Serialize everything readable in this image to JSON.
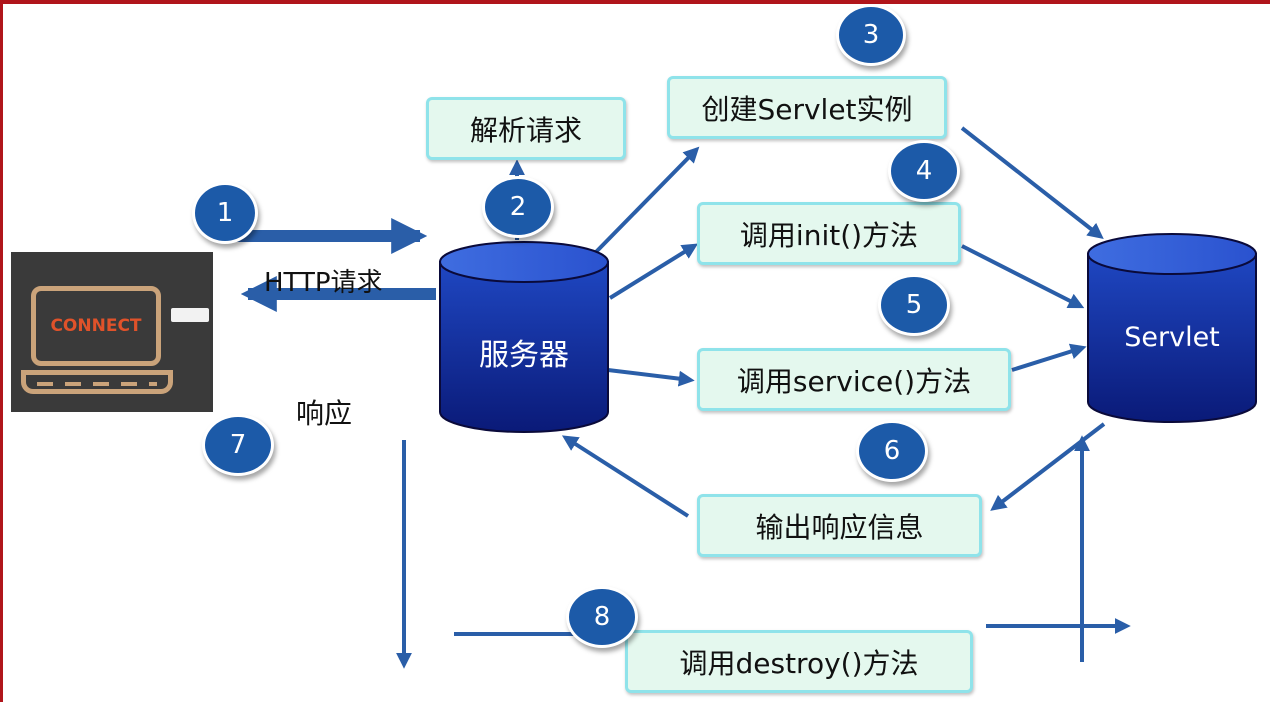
{
  "boxes": {
    "parse": "解析请求",
    "create": "创建Servlet实例",
    "init": "调用init()方法",
    "service": "调用service()方法",
    "output": "输出响应信息",
    "destroy": "调用destroy()方法"
  },
  "cylinders": {
    "server": "服务器",
    "servlet": "Servlet"
  },
  "labels": {
    "http_request": "HTTP请求",
    "response": "响应"
  },
  "steps": [
    "1",
    "2",
    "3",
    "4",
    "5",
    "6",
    "7",
    "8"
  ],
  "laptop": {
    "screen_text": "CONNECT"
  },
  "colors": {
    "arrow": "#2a5ea8",
    "step_circle": "#1c5aa8",
    "box_fill": "#e4f8ee",
    "box_border": "#8fe3ea",
    "frame": "#b0151b"
  }
}
